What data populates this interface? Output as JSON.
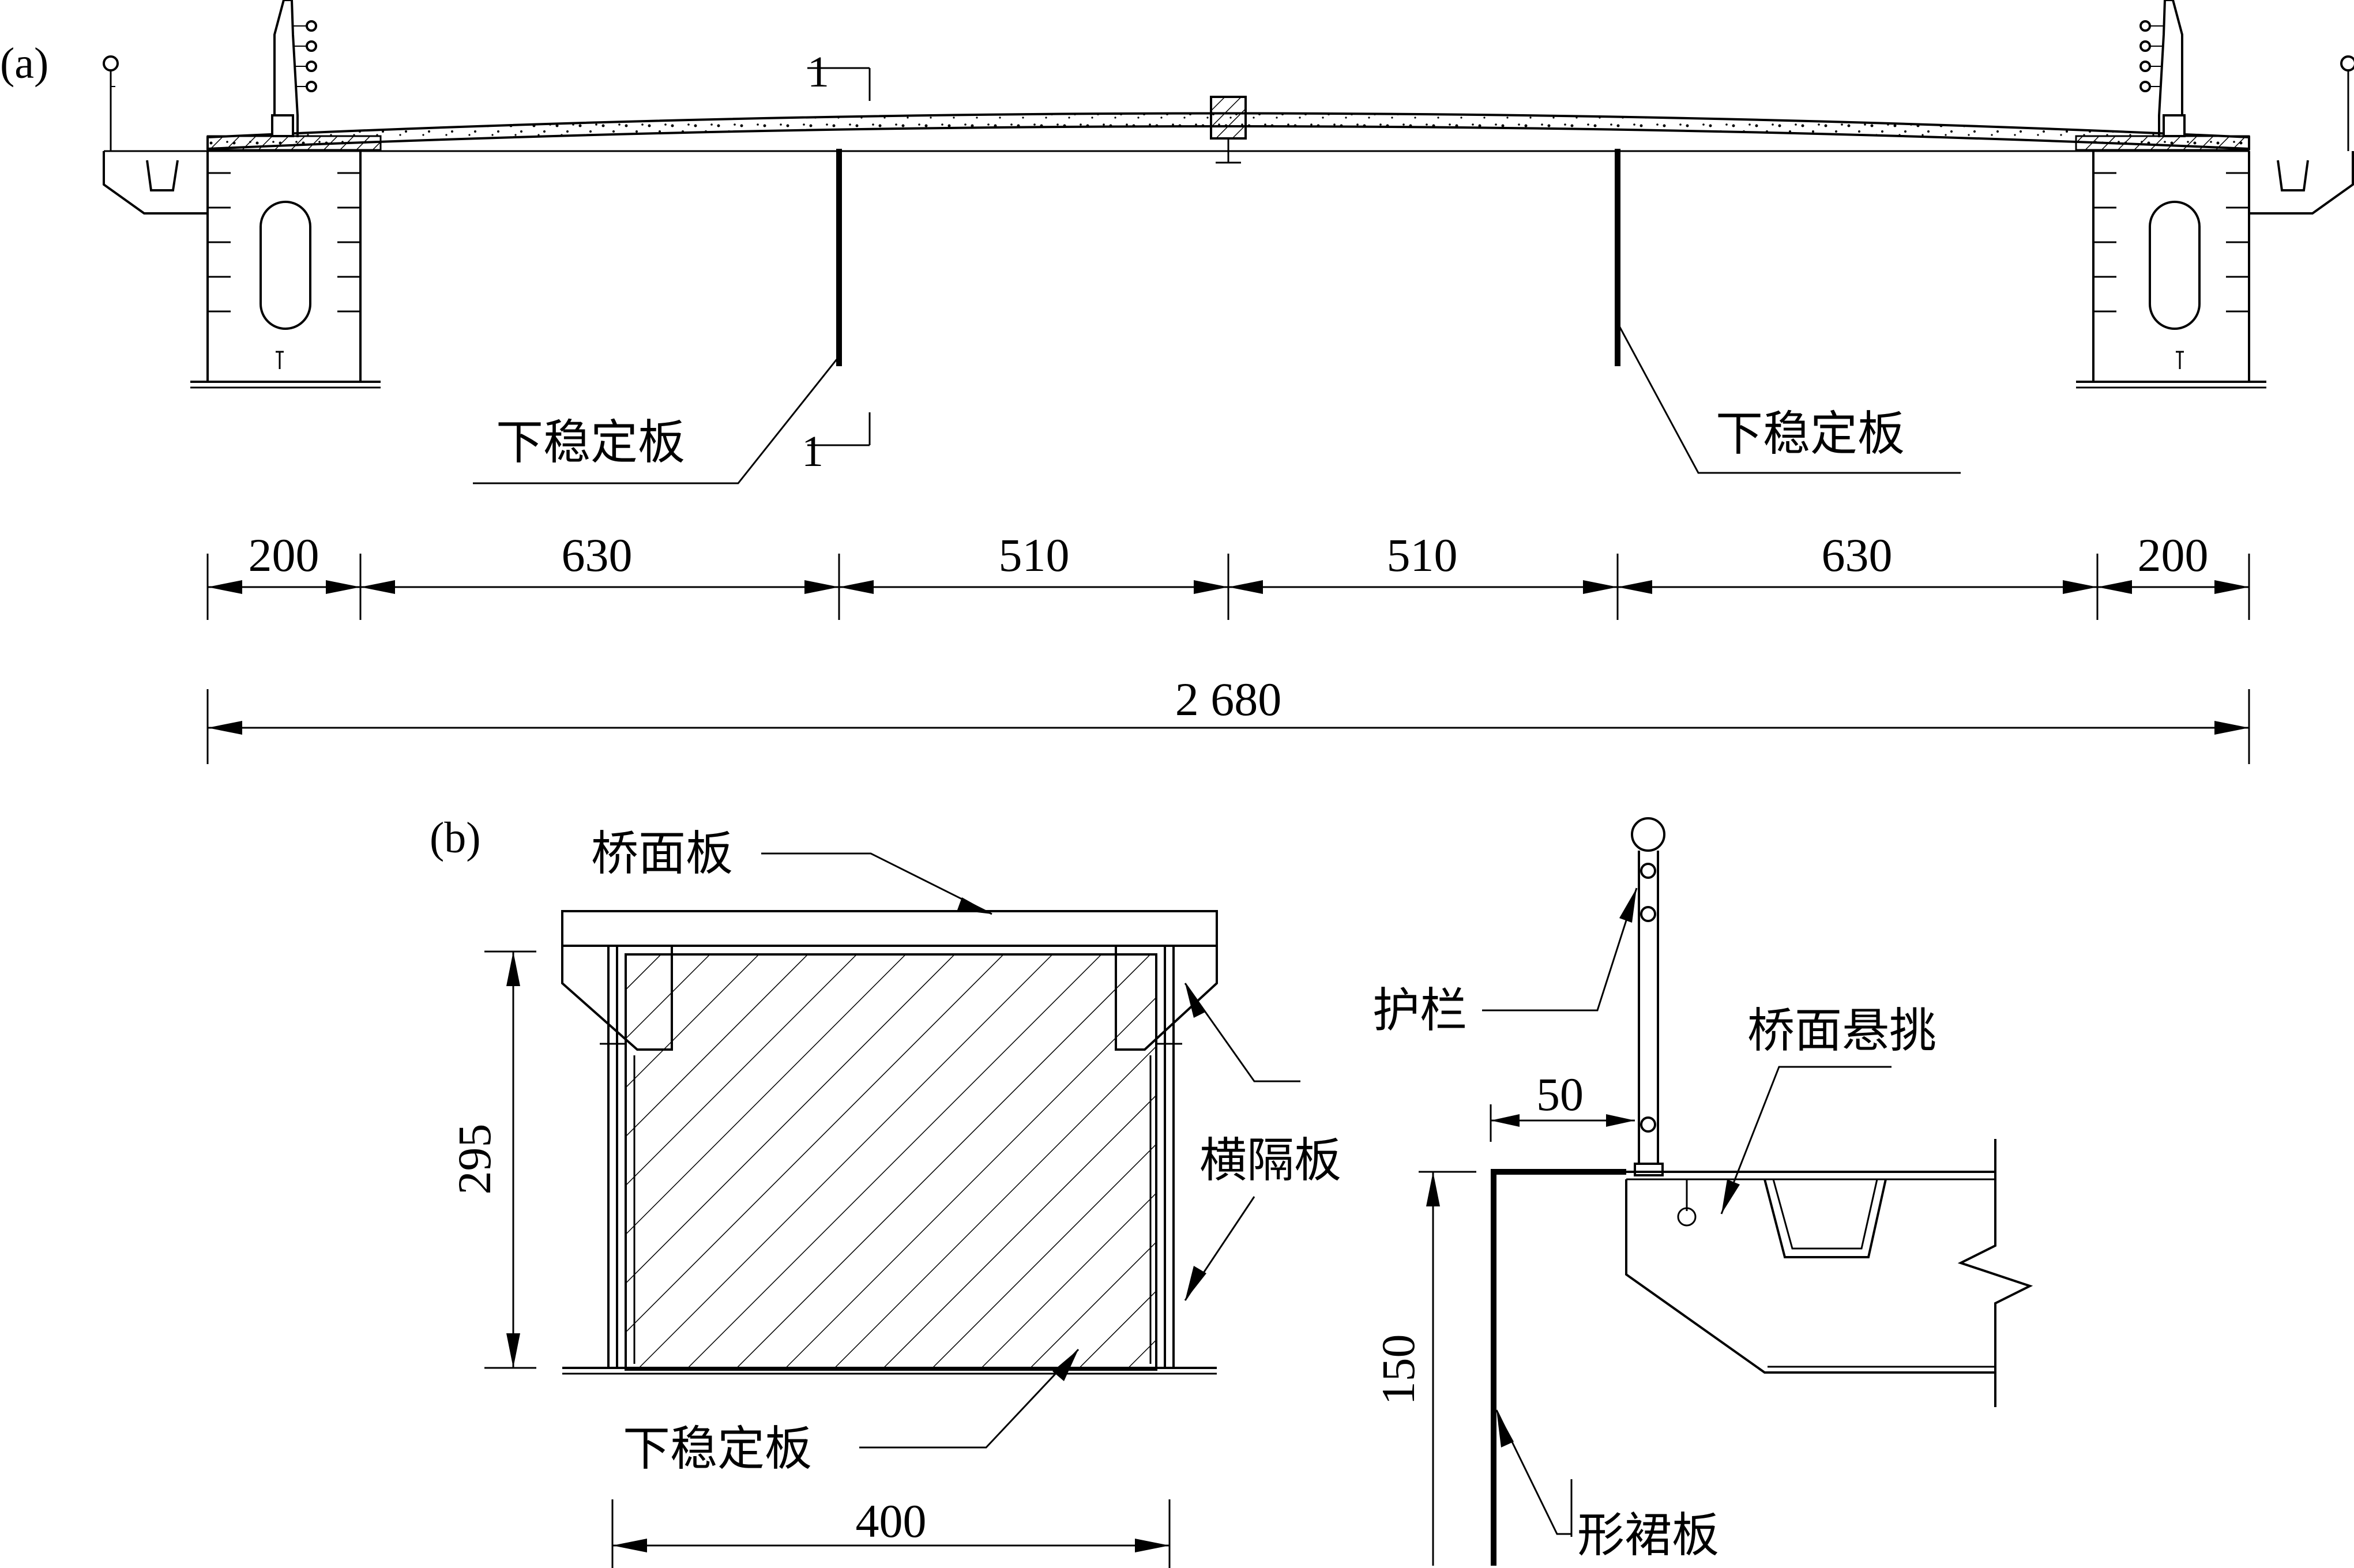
{
  "panel_a": {
    "label": "(a)",
    "section_mark": "1",
    "label_left": "下稳定板",
    "label_right": "下稳定板",
    "dims": [
      "200",
      "630",
      "510",
      "510",
      "630",
      "200"
    ],
    "dim_total": "2 680"
  },
  "panel_b": {
    "label": "(b)",
    "deck_label": "桥面板",
    "diaphragm_label": "横隔板",
    "stabilizer_label": "下稳定板",
    "dim_height": "295",
    "dim_width": "400",
    "railing_label": "护栏",
    "cantilever_label": "桥面悬挑",
    "dim_offset": "50",
    "dim_skirt": "150",
    "skirt_label": "形裙板"
  }
}
